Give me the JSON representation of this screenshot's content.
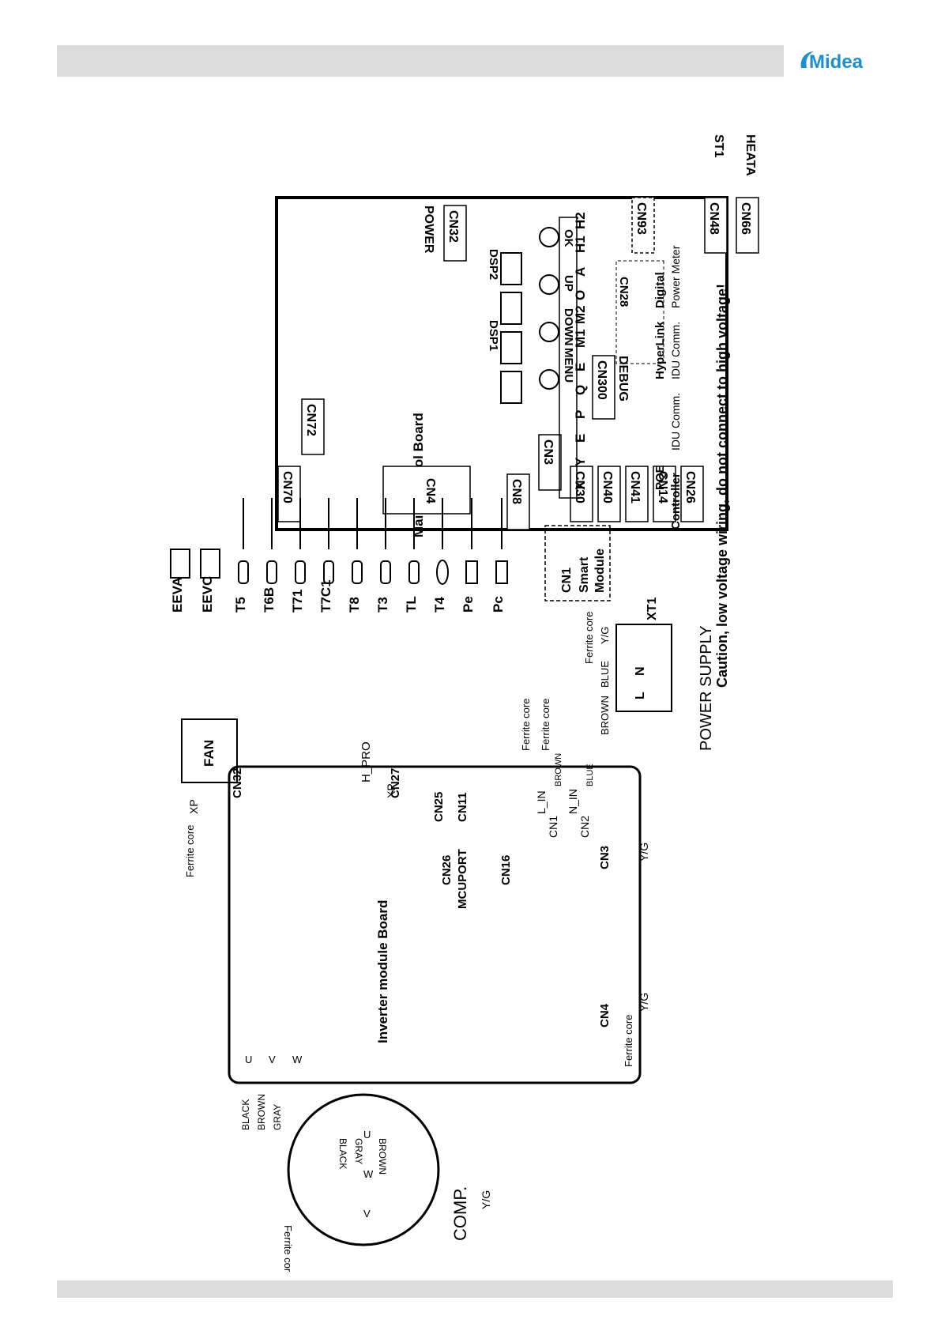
{
  "header": {
    "brand": "Midea"
  },
  "caution": "Caution, low voltage wiring, do not connect to high voltage!",
  "main_board": {
    "title": "Main Control Board",
    "connectors": {
      "cn32_top": "CN32",
      "power": "POWER",
      "cn70": "CN70",
      "cn72": "CN72",
      "cn4": "CN4",
      "cn8": "CN8",
      "cn3": "CN3",
      "cn30": "CN30",
      "cn40": "CN40",
      "cn41": "CN41",
      "cn14": "CN14",
      "cn26": "CN26",
      "cn300": "CN300",
      "debug": "DEBUG",
      "cn28": "CN28",
      "cn93": "CN93",
      "cn48": "CN48",
      "cn66": "CN66"
    },
    "displays": {
      "dsp1": "DSP1",
      "dsp2": "DSP2"
    },
    "buttons": {
      "menu": "MENU",
      "down": "DOWN",
      "up": "UP",
      "ok": "OK"
    }
  },
  "terminals": {
    "labels": [
      "X",
      "Y",
      "E",
      "P",
      "Q",
      "E",
      "M1",
      "M2",
      "O",
      "A",
      "H1",
      "H2"
    ],
    "groups": {
      "pqe": "PQE",
      "controller": "Controller",
      "idu1": "IDU Comm.",
      "hyperlink": "HyperLink",
      "idu2": "IDU Comm.",
      "digital": "Digital",
      "power_meter": "Power Meter"
    }
  },
  "sensors": [
    "EEVA",
    "EEVC",
    "T5",
    "T6B",
    "T71",
    "T7C1",
    "T8",
    "T3",
    "TL",
    "T4",
    "Pe",
    "Pc"
  ],
  "external": {
    "heata": "HEATA",
    "st1": "ST1"
  },
  "smart_module": {
    "cn1": "CN1",
    "line1": "Smart",
    "line2": "Module"
  },
  "power_supply": {
    "title": "POWER SUPPLY",
    "xt1": "XT1",
    "terminals": [
      "L",
      "N"
    ],
    "yg": "Y/G",
    "blue": "BLUE",
    "brown": "BROWN",
    "ferrite": "Ferrite core"
  },
  "inverter_board": {
    "title": "Inverter module Board",
    "connectors": {
      "cn32": "CN32",
      "cn27": "CN27",
      "cn25": "CN25",
      "cn11": "CN11",
      "cn26": "CN26",
      "mcuport": "MCUPORT",
      "cn16": "CN16",
      "cn3": "CN3",
      "cn4": "CN4"
    },
    "inputs": {
      "l_in": "L_IN",
      "n_in": "N_IN",
      "cn1": "CN1",
      "cn2": "CN2",
      "brown": "BROWN",
      "blue": "BLUE"
    },
    "uvw": [
      "U",
      "V",
      "W"
    ],
    "yg": "Y/G",
    "ferrite": "Ferrite core"
  },
  "fan": {
    "label": "FAN",
    "xp": "XP",
    "ferrite": "Ferrite core"
  },
  "h_pro": {
    "label": "H_PRO",
    "xp": "XP"
  },
  "ferrite_mid": [
    "Ferrite core",
    "Ferrite core"
  ],
  "compressor": {
    "label": "COMP.",
    "wires": [
      "BLACK",
      "BROWN",
      "GRAY"
    ],
    "inner": [
      "BLACK",
      "GRAY",
      "BROWN"
    ],
    "ferrite": "Ferrite core",
    "yg": "Y/G",
    "uvw": [
      "U",
      "W",
      "V"
    ]
  }
}
